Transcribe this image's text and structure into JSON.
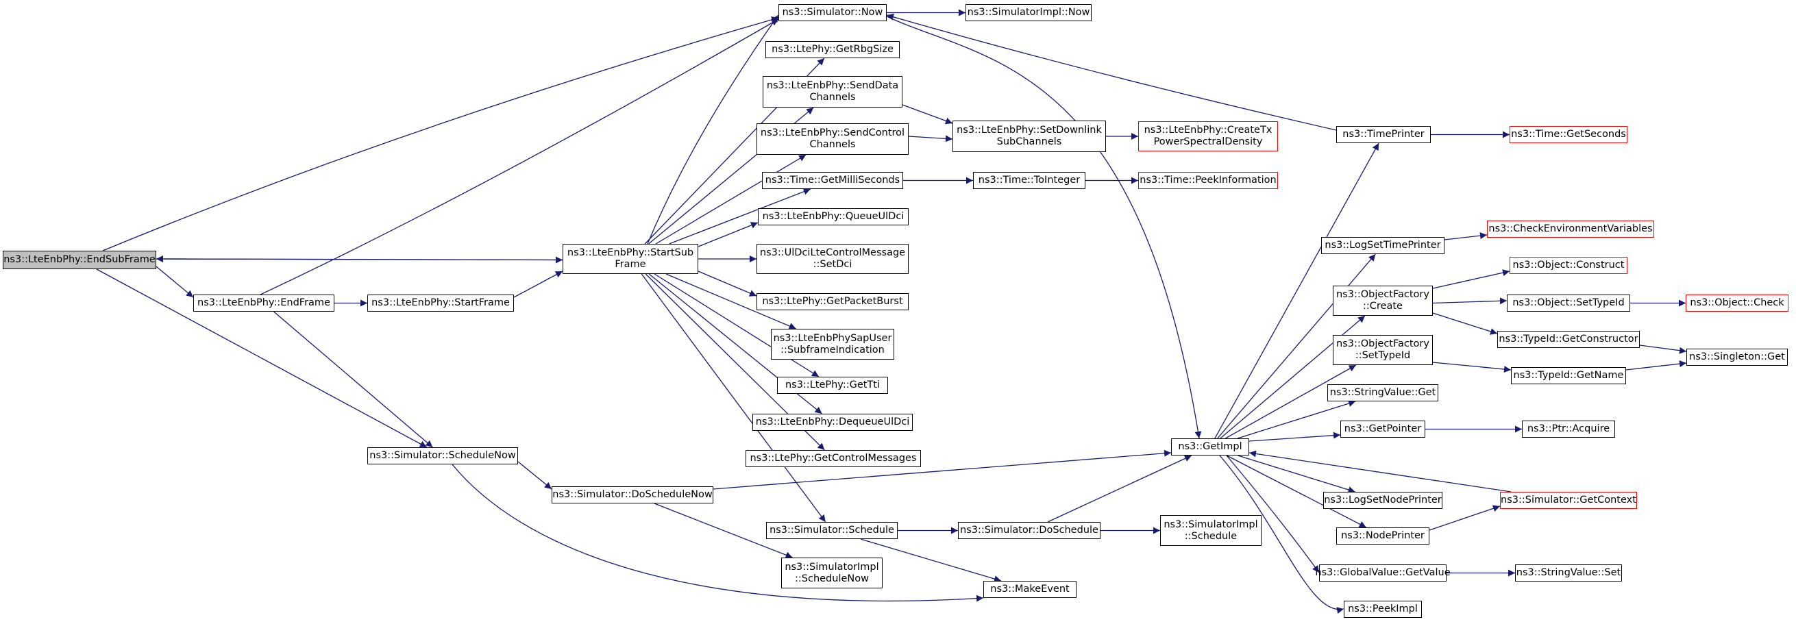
{
  "graph": {
    "edge_color": "#191970",
    "node_border_color": "#000000",
    "undocumented_border_color": "#ff0000",
    "root_fill": "#bfbfbf",
    "nodes": {
      "EndSubFrame": {
        "label": "ns3::LteEnbPhy::EndSubFrame",
        "style": "root"
      },
      "SimNow": {
        "label": "ns3::Simulator::Now"
      },
      "SimImplNow": {
        "label": "ns3::SimulatorImpl::Now"
      },
      "GetRbgSize": {
        "label": "ns3::LtePhy::GetRbgSize"
      },
      "SendDataChannels": {
        "label": "ns3::LteEnbPhy::SendData\nChannels"
      },
      "SendControlChannels": {
        "label": "ns3::LteEnbPhy::SendControl\nChannels"
      },
      "SetDownlinkSubChannels": {
        "label": "ns3::LteEnbPhy::SetDownlink\nSubChannels"
      },
      "CreateTxPSD": {
        "label": "ns3::LteEnbPhy::CreateTx\nPowerSpectralDensity",
        "style": "red"
      },
      "GetMilliSeconds": {
        "label": "ns3::Time::GetMilliSeconds"
      },
      "ToInteger": {
        "label": "ns3::Time::ToInteger"
      },
      "PeekInformation": {
        "label": "ns3::Time::PeekInformation",
        "style": "red"
      },
      "QueueUlDci": {
        "label": "ns3::LteEnbPhy::QueueUlDci"
      },
      "StartSubFrame": {
        "label": "ns3::LteEnbPhy::StartSub\nFrame"
      },
      "SetDci": {
        "label": "ns3::UlDciLteControlMessage\n::SetDci"
      },
      "GetPacketBurst": {
        "label": "ns3::LtePhy::GetPacketBurst"
      },
      "SubframeIndication": {
        "label": "ns3::LteEnbPhySapUser\n::SubframeIndication"
      },
      "GetTti": {
        "label": "ns3::LtePhy::GetTti"
      },
      "DequeueUlDci": {
        "label": "ns3::LteEnbPhy::DequeueUlDci"
      },
      "GetControlMessages": {
        "label": "ns3::LtePhy::GetControlMessages"
      },
      "EndFrame": {
        "label": "ns3::LteEnbPhy::EndFrame"
      },
      "StartFrame": {
        "label": "ns3::LteEnbPhy::StartFrame"
      },
      "ScheduleNow": {
        "label": "ns3::Simulator::ScheduleNow"
      },
      "DoScheduleNow": {
        "label": "ns3::Simulator::DoScheduleNow"
      },
      "Schedule": {
        "label": "ns3::Simulator::Schedule"
      },
      "DoSchedule": {
        "label": "ns3::Simulator::DoSchedule"
      },
      "ImplSchedule": {
        "label": "ns3::SimulatorImpl\n::Schedule"
      },
      "ImplScheduleNow": {
        "label": "ns3::SimulatorImpl\n::ScheduleNow"
      },
      "MakeEvent": {
        "label": "ns3::MakeEvent"
      },
      "GetImpl": {
        "label": "ns3::GetImpl"
      },
      "TimePrinter": {
        "label": "ns3::TimePrinter"
      },
      "GetSeconds": {
        "label": "ns3::Time::GetSeconds",
        "style": "red"
      },
      "LogSetTimePrinter": {
        "label": "ns3::LogSetTimePrinter"
      },
      "CheckEnv": {
        "label": "ns3::CheckEnvironmentVariables",
        "style": "red"
      },
      "OFCreate": {
        "label": "ns3::ObjectFactory\n::Create"
      },
      "ObjConstruct": {
        "label": "ns3::Object::Construct",
        "style": "red"
      },
      "ObjSetTypeId": {
        "label": "ns3::Object::SetTypeId"
      },
      "ObjCheck": {
        "label": "ns3::Object::Check",
        "style": "red"
      },
      "GetConstructor": {
        "label": "ns3::TypeId::GetConstructor"
      },
      "OFSetTypeId": {
        "label": "ns3::ObjectFactory\n::SetTypeId"
      },
      "TypeIdGetName": {
        "label": "ns3::TypeId::GetName"
      },
      "SingletonGet": {
        "label": "ns3::Singleton::Get"
      },
      "StringValueGet": {
        "label": "ns3::StringValue::Get"
      },
      "GetPointer": {
        "label": "ns3::GetPointer"
      },
      "PtrAcquire": {
        "label": "ns3::Ptr::Acquire"
      },
      "LogSetNodePrinter": {
        "label": "ns3::LogSetNodePrinter"
      },
      "GetContext": {
        "label": "ns3::Simulator::GetContext",
        "style": "red"
      },
      "NodePrinter": {
        "label": "ns3::NodePrinter"
      },
      "GlobalValueGetValue": {
        "label": "ns3::GlobalValue::GetValue"
      },
      "StringValueSet": {
        "label": "ns3::StringValue::Set"
      },
      "PeekImpl": {
        "label": "ns3::PeekImpl"
      }
    },
    "edges": [
      [
        "EndSubFrame",
        "SimNow"
      ],
      [
        "EndSubFrame",
        "StartSubFrame"
      ],
      [
        "EndSubFrame",
        "EndFrame"
      ],
      [
        "EndSubFrame",
        "ScheduleNow"
      ],
      [
        "EndFrame",
        "SimNow"
      ],
      [
        "EndFrame",
        "StartFrame"
      ],
      [
        "EndFrame",
        "ScheduleNow"
      ],
      [
        "StartFrame",
        "StartSubFrame"
      ],
      [
        "StartSubFrame",
        "EndSubFrame"
      ],
      [
        "StartSubFrame",
        "SimNow"
      ],
      [
        "StartSubFrame",
        "GetRbgSize"
      ],
      [
        "StartSubFrame",
        "SendDataChannels"
      ],
      [
        "StartSubFrame",
        "SendControlChannels"
      ],
      [
        "StartSubFrame",
        "GetMilliSeconds"
      ],
      [
        "StartSubFrame",
        "QueueUlDci"
      ],
      [
        "StartSubFrame",
        "SetDci"
      ],
      [
        "StartSubFrame",
        "GetPacketBurst"
      ],
      [
        "StartSubFrame",
        "SubframeIndication"
      ],
      [
        "StartSubFrame",
        "GetTti"
      ],
      [
        "StartSubFrame",
        "DequeueUlDci"
      ],
      [
        "StartSubFrame",
        "GetControlMessages"
      ],
      [
        "StartSubFrame",
        "Schedule"
      ],
      [
        "SimNow",
        "SimImplNow"
      ],
      [
        "SimNow",
        "GetImpl"
      ],
      [
        "SendDataChannels",
        "SetDownlinkSubChannels"
      ],
      [
        "SendControlChannels",
        "SetDownlinkSubChannels"
      ],
      [
        "SetDownlinkSubChannels",
        "CreateTxPSD"
      ],
      [
        "GetMilliSeconds",
        "ToInteger"
      ],
      [
        "ToInteger",
        "PeekInformation"
      ],
      [
        "ScheduleNow",
        "DoScheduleNow"
      ],
      [
        "ScheduleNow",
        "MakeEvent"
      ],
      [
        "DoScheduleNow",
        "GetImpl"
      ],
      [
        "DoScheduleNow",
        "ImplScheduleNow"
      ],
      [
        "Schedule",
        "DoSchedule"
      ],
      [
        "Schedule",
        "MakeEvent"
      ],
      [
        "DoSchedule",
        "GetImpl"
      ],
      [
        "DoSchedule",
        "ImplSchedule"
      ],
      [
        "TimePrinter",
        "SimNow"
      ],
      [
        "TimePrinter",
        "GetSeconds"
      ],
      [
        "GetImpl",
        "TimePrinter"
      ],
      [
        "GetImpl",
        "LogSetTimePrinter"
      ],
      [
        "GetImpl",
        "OFCreate"
      ],
      [
        "GetImpl",
        "OFSetTypeId"
      ],
      [
        "GetImpl",
        "StringValueGet"
      ],
      [
        "GetImpl",
        "GetPointer"
      ],
      [
        "GetImpl",
        "LogSetNodePrinter"
      ],
      [
        "GetImpl",
        "NodePrinter"
      ],
      [
        "GetImpl",
        "GlobalValueGetValue"
      ],
      [
        "GetImpl",
        "PeekImpl"
      ],
      [
        "GetContext",
        "GetImpl"
      ],
      [
        "LogSetTimePrinter",
        "CheckEnv"
      ],
      [
        "OFCreate",
        "ObjConstruct"
      ],
      [
        "OFCreate",
        "ObjSetTypeId"
      ],
      [
        "OFCreate",
        "GetConstructor"
      ],
      [
        "ObjSetTypeId",
        "ObjCheck"
      ],
      [
        "GetConstructor",
        "SingletonGet"
      ],
      [
        "OFSetTypeId",
        "TypeIdGetName"
      ],
      [
        "TypeIdGetName",
        "SingletonGet"
      ],
      [
        "GetPointer",
        "PtrAcquire"
      ],
      [
        "NodePrinter",
        "GetContext"
      ],
      [
        "GlobalValueGetValue",
        "StringValueSet"
      ]
    ]
  }
}
